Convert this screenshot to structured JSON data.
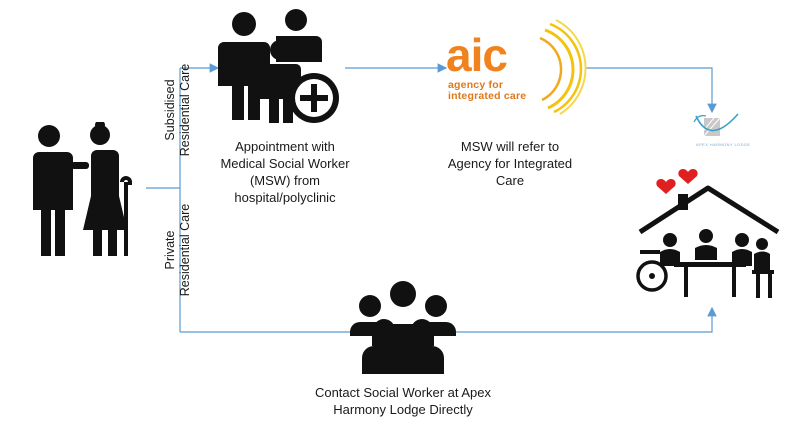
{
  "routes": {
    "subsidised": [
      "Subsidised",
      "Residential Care"
    ],
    "private": [
      "Private",
      "Residential Care"
    ]
  },
  "steps": {
    "msw_appointment": [
      "Appointment with",
      "Medical Social Worker",
      "(MSW) from",
      "hospital/polyclinic"
    ],
    "aic_referral": [
      "MSW will refer to",
      "Agency for Integrated",
      "Care"
    ],
    "contact_apex": [
      "Contact Social Worker at Apex",
      "Harmony Lodge Directly"
    ]
  },
  "aic_logo": {
    "mark": "aic",
    "tagline": [
      "agency for",
      "integrated care"
    ]
  },
  "apex_logo": {
    "caption": "APEX HARMONY LODGE"
  },
  "colors": {
    "arrow": "#5b9bd5",
    "icon": "#111111",
    "aic_orange": "#f0831e",
    "aic_yellow": "#f2c40f",
    "heart": "#e02020"
  }
}
